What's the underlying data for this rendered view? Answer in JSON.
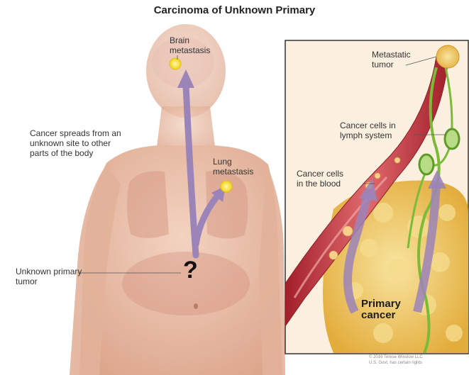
{
  "title": "Carcinoma of Unknown Primary",
  "labels": {
    "brain": [
      "Brain",
      "metastasis"
    ],
    "spread": [
      "Cancer spreads from an",
      "unknown site to other",
      "parts of the body"
    ],
    "lung": [
      "Lung",
      "metastasis"
    ],
    "unknown_primary": [
      "Unknown primary",
      "tumor"
    ],
    "metastatic_tumor": [
      "Metastatic",
      "tumor"
    ],
    "lymph": [
      "Cancer cells in",
      "lymph system"
    ],
    "blood": [
      "Cancer cells",
      "in the blood"
    ],
    "primary_cancer": [
      "Primary",
      "cancer"
    ]
  },
  "question_mark": "?",
  "credit": [
    "© 2016 Terese Winslow LLC",
    "U.S. Govt. has certain rights"
  ],
  "colors": {
    "skin": "#ecc3ad",
    "arrow": "#9b84b8",
    "vessel": "#c4333a",
    "lymph": "#7cba3a",
    "tumor": "#f2c75a",
    "node": "#f6e73a"
  }
}
